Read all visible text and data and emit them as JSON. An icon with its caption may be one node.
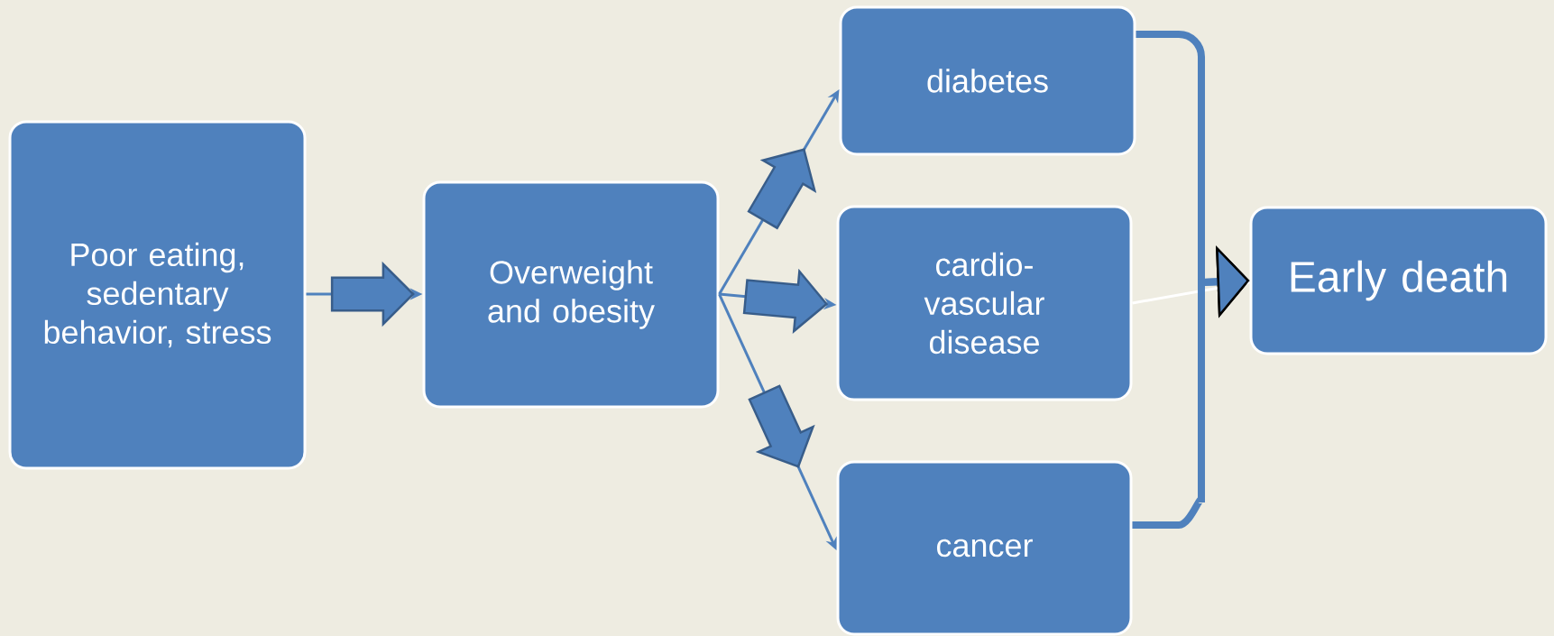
{
  "diagram": {
    "nodes": [
      {
        "text": [
          "Poor eating, sedentary behavior, stress"
        ]
      },
      {
        "text": [
          "Overweight and obesity"
        ]
      },
      {
        "text": [
          "diabetes"
        ]
      },
      {
        "text": [
          "cardio- vascular disease"
        ]
      },
      {
        "text": [
          "cancer"
        ]
      },
      {
        "text": [
          "Early death"
        ]
      }
    ],
    "edges": [
      {
        "from": 0,
        "to": 1,
        "arrow": "to"
      },
      {
        "from": 1,
        "to": 2,
        "arrow": "to"
      },
      {
        "from": 1,
        "to": 3,
        "arrow": "to"
      },
      {
        "from": 1,
        "to": 4,
        "arrow": "to"
      },
      {
        "from": 2,
        "to": 5,
        "arrow": "to",
        "style": "thick"
      },
      {
        "from": 3,
        "to": 5,
        "arrow": "none",
        "color": "#ffffff"
      },
      {
        "from": 4,
        "to": 5,
        "arrow": "to",
        "style": "thick"
      }
    ]
  }
}
